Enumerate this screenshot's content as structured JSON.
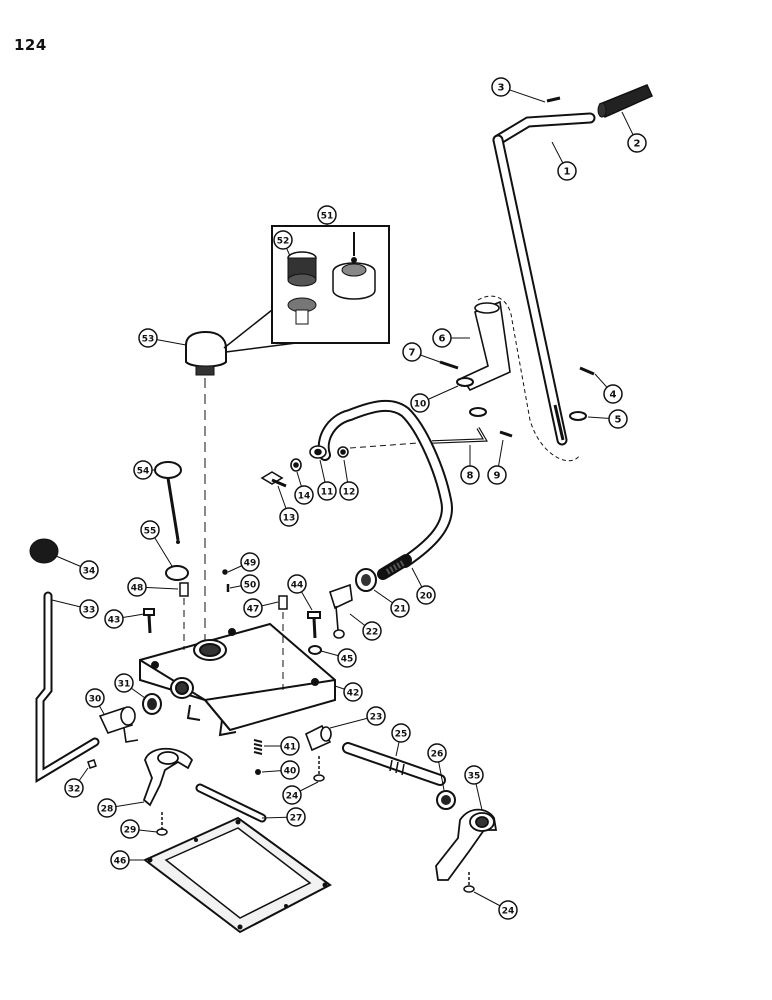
{
  "page_number": "124",
  "colors": {
    "ink": "#111111",
    "paper": "#ffffff",
    "fill": "#2a2a2a"
  },
  "callouts": [
    {
      "id": "c1",
      "label": "1"
    },
    {
      "id": "c2",
      "label": "2"
    },
    {
      "id": "c3",
      "label": "3"
    },
    {
      "id": "c4",
      "label": "4"
    },
    {
      "id": "c5",
      "label": "5"
    },
    {
      "id": "c6",
      "label": "6"
    },
    {
      "id": "c7",
      "label": "7"
    },
    {
      "id": "c8",
      "label": "8"
    },
    {
      "id": "c9",
      "label": "9"
    },
    {
      "id": "c10",
      "label": "10"
    },
    {
      "id": "c11",
      "label": "11"
    },
    {
      "id": "c12",
      "label": "12"
    },
    {
      "id": "c13",
      "label": "13"
    },
    {
      "id": "c14",
      "label": "14"
    },
    {
      "id": "c20",
      "label": "20"
    },
    {
      "id": "c21",
      "label": "21"
    },
    {
      "id": "c22",
      "label": "22"
    },
    {
      "id": "c23",
      "label": "23"
    },
    {
      "id": "c24a",
      "label": "24"
    },
    {
      "id": "c24b",
      "label": "24"
    },
    {
      "id": "c25",
      "label": "25"
    },
    {
      "id": "c26",
      "label": "26"
    },
    {
      "id": "c27",
      "label": "27"
    },
    {
      "id": "c28",
      "label": "28"
    },
    {
      "id": "c29",
      "label": "29"
    },
    {
      "id": "c30",
      "label": "30"
    },
    {
      "id": "c31",
      "label": "31"
    },
    {
      "id": "c32",
      "label": "32"
    },
    {
      "id": "c33",
      "label": "33"
    },
    {
      "id": "c34",
      "label": "34"
    },
    {
      "id": "c35",
      "label": "35"
    },
    {
      "id": "c40",
      "label": "40"
    },
    {
      "id": "c41",
      "label": "41"
    },
    {
      "id": "c42",
      "label": "42"
    },
    {
      "id": "c43",
      "label": "43"
    },
    {
      "id": "c44",
      "label": "44"
    },
    {
      "id": "c45",
      "label": "45"
    },
    {
      "id": "c46",
      "label": "46"
    },
    {
      "id": "c47",
      "label": "47"
    },
    {
      "id": "c48",
      "label": "48"
    },
    {
      "id": "c49",
      "label": "49"
    },
    {
      "id": "c50",
      "label": "50"
    },
    {
      "id": "c51",
      "label": "51"
    },
    {
      "id": "c52",
      "label": "52"
    },
    {
      "id": "c53",
      "label": "53"
    },
    {
      "id": "c54",
      "label": "54"
    },
    {
      "id": "c55",
      "label": "55"
    }
  ]
}
